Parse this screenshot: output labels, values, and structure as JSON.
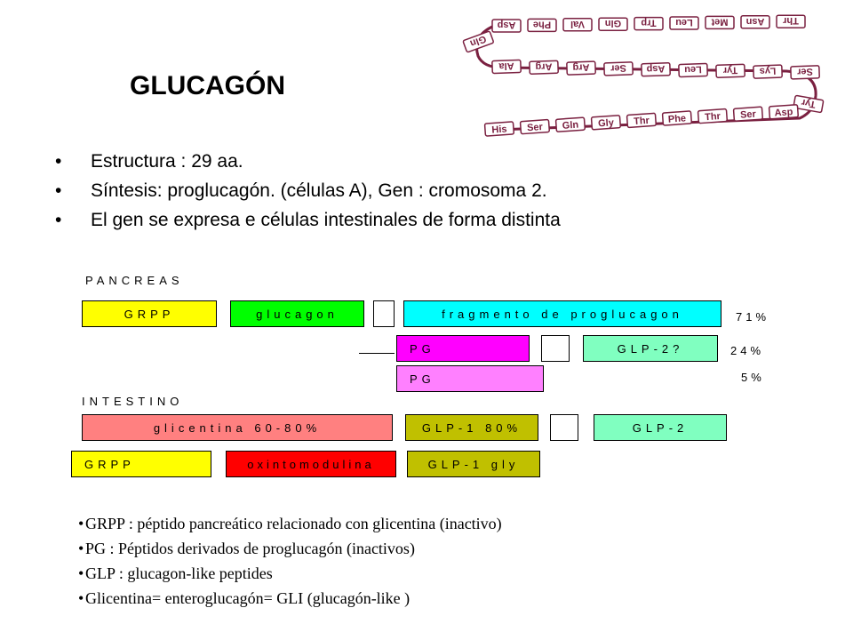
{
  "title": "GLUCAGÓN",
  "bullets": [
    "Estructura : 29 aa.",
    "Síntesis: proglucagón. (células A), Gen : cromosoma 2.",
    "El gen se expresa e células intestinales de forma distinta"
  ],
  "peptide_chain": {
    "row1": [
      "Gln",
      "Asp",
      "Phe",
      "Val",
      "Gln",
      "Trp",
      "Leu",
      "Met",
      "Asn",
      "Thr"
    ],
    "row2": [
      "Ala",
      "Arg",
      "Arg",
      "Ser",
      "Asp",
      "Leu",
      "Tyr",
      "Lys",
      "Ser"
    ],
    "turn": [
      "Tyr"
    ],
    "row3": [
      "His",
      "Ser",
      "Gln",
      "Gly",
      "Thr",
      "Phe",
      "Thr",
      "Ser",
      "Asp"
    ]
  },
  "pancreas": {
    "label": "PANCREAS",
    "boxes": {
      "grpp": "GRPP",
      "glucagon": "glucagon",
      "fragment": "fragmento de proglucagon",
      "pg1": "PG",
      "glp2q": "GLP-2?",
      "pg2": "PG"
    },
    "percents": [
      "71%",
      "24%",
      "5%"
    ]
  },
  "intestino": {
    "label": "INTESTINO",
    "boxes": {
      "glicentina": "glicentina 60-80%",
      "glp1": "GLP-1  80%",
      "glp2": "GLP-2",
      "grpp": "GRPP",
      "oxintomodulina": "oxintomodulina",
      "glp1gly": "GLP-1 gly"
    }
  },
  "notes": [
    "GRPP : péptido pancreático relacionado con glicentina (inactivo)",
    "PG : Péptidos derivados de proglucagón (inactivos)",
    "GLP : glucagon-like peptides",
    "Glicentina= enteroglucagón= GLI (glucagón-like )"
  ],
  "colors": {
    "yellow": "#ffff00",
    "green": "#00ff00",
    "cyan": "#00ffff",
    "magenta": "#ff00ff",
    "pink": "#ff80ff",
    "salmon": "#ff8080",
    "red": "#ff0000",
    "olive": "#c0c000",
    "mint": "#80ffc0"
  }
}
